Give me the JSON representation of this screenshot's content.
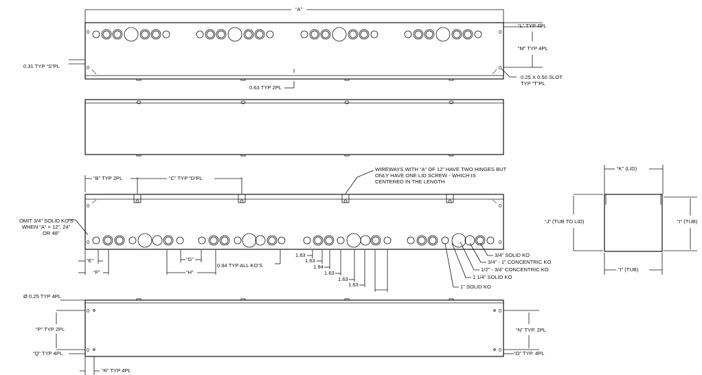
{
  "colors": {
    "ink": "#111111",
    "background": "#ffffff"
  },
  "labels": {
    "A": "“A”",
    "L": "“L” TYP 4PL",
    "M": "“M” TYP 4PL",
    "S": "0.31 TYP “S”PL",
    "slot1": "0.25 X 0.50 SLOT",
    "slot2": "TYP “T”PL",
    "typ063": "0.63 TYP 2PL",
    "B": "“B” TYP 2PL",
    "C": "“C” TYP “D”PL",
    "note1": "WIREWAYS WITH “A” OF 12”  HAVE TWO HINGES BUT",
    "note2": "ONLY HAVE ONE LID SCREW - WHICH IS",
    "note3": "CENTERED IN THE LENGTH",
    "omit1": "OMIT 3/4” SOLID KO’S",
    "omit2": "WHEN “A” = 12”, 24”",
    "omit3": "OR 48”",
    "E": "“E”",
    "F": "“F”",
    "G": "“G”",
    "H": "“H”",
    "typ094": "0.94 TYP ALL KO’S",
    "d1": "1.63",
    "d2": "1.63",
    "d3": "1.94",
    "d4": "1.63",
    "d5": "1.63",
    "d6": "1.63",
    "ko1": "3/4” SOLID KO",
    "ko2": "3/4” - 1” CONCENTRIC KO",
    "ko3": "1/2” - 3/4” CONCENTRIC KO",
    "ko4": "1 1/4” SOLID KO",
    "ko5": "1” SOLID KO",
    "K": "“K” (LID)",
    "J": "“J” (TUB TO LID)",
    "I_right": "“I” (TUB)",
    "I_bottom": "“I” (TUB)",
    "dia": "Ø 0.25 TYP 4PL",
    "P": "“P” TYP 2PL",
    "Q": "“Q” TYP 4PL",
    "R": "“R” TYP 4PL",
    "N": "“N” TYP. 2PL",
    "O": "“O” TYP. 4PL"
  }
}
